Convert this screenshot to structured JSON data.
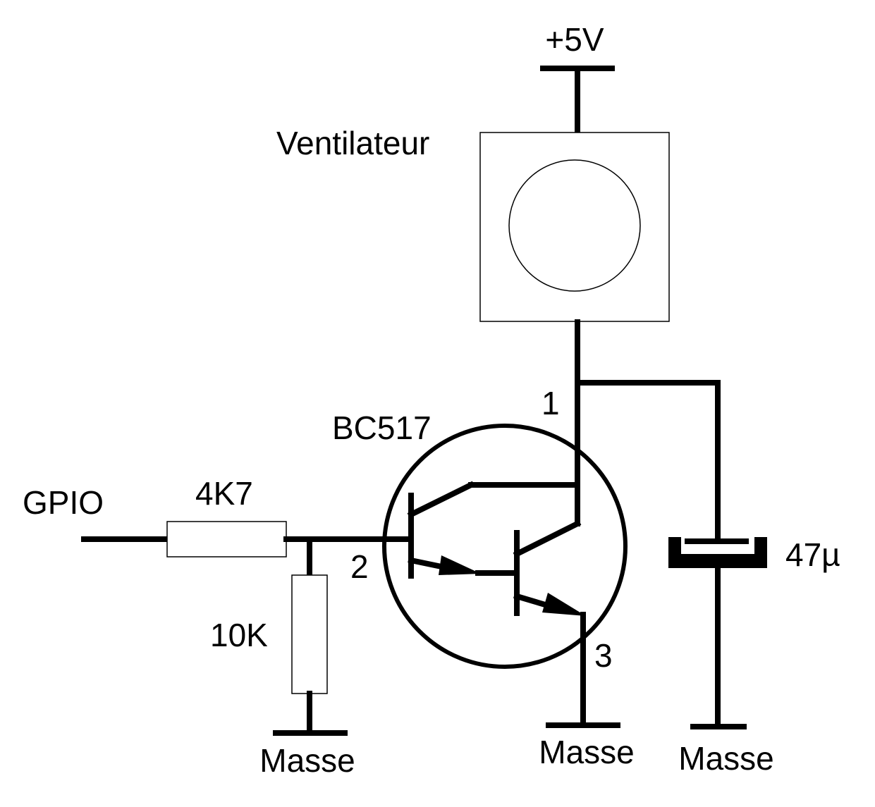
{
  "supply": {
    "label": "+5V"
  },
  "fan": {
    "label": "Ventilateur"
  },
  "input": {
    "label": "GPIO"
  },
  "resistor_series": {
    "value": "4K7"
  },
  "resistor_pulldown": {
    "value": "10K"
  },
  "transistor": {
    "part": "BC517",
    "pin_collector": "1",
    "pin_base": "2",
    "pin_emitter": "3"
  },
  "capacitor": {
    "value": "47µ"
  },
  "grounds": {
    "pulldown_label": "Masse",
    "emitter_label": "Masse",
    "capacitor_label": "Masse"
  },
  "colors": {
    "ink": "#000000",
    "background": "#ffffff"
  }
}
